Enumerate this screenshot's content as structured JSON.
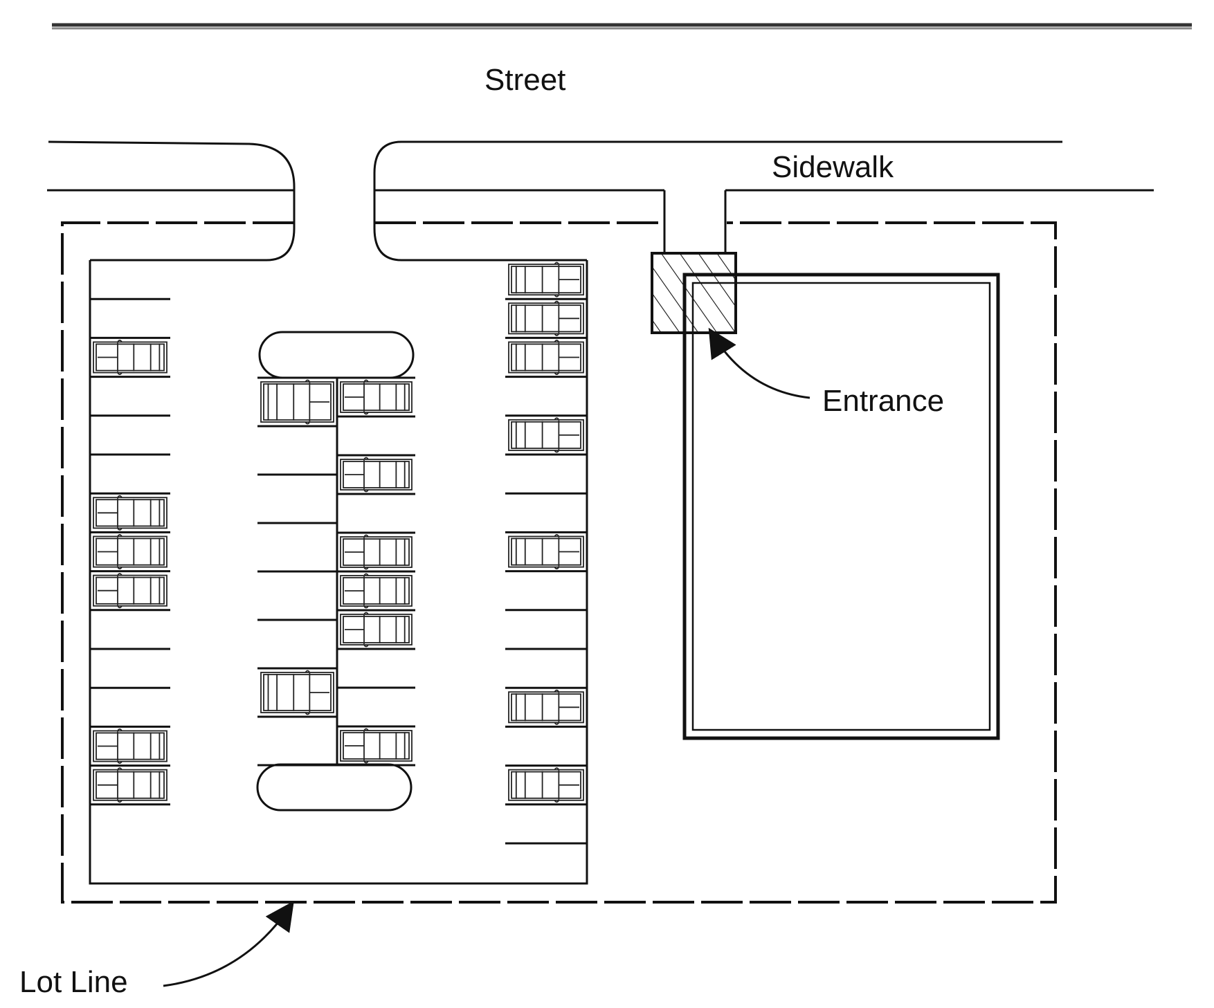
{
  "labels": {
    "street": "Street",
    "sidewalk": "Sidewalk",
    "entrance": "Entrance",
    "lot_line": "Lot Line"
  },
  "parking": {
    "left_row": {
      "stalls": 14,
      "occupied": [
        3,
        7,
        8,
        9,
        13,
        14
      ]
    },
    "center_left_row": {
      "stalls": 8,
      "occupied": [
        1,
        7
      ]
    },
    "center_right_row": {
      "stalls": 10,
      "occupied": [
        1,
        3,
        5,
        6,
        7,
        10
      ]
    },
    "right_row": {
      "stalls": 15,
      "occupied": [
        1,
        2,
        3,
        5,
        8,
        12,
        14
      ]
    }
  },
  "colors": {
    "ink": "#111111",
    "background": "#ffffff"
  }
}
